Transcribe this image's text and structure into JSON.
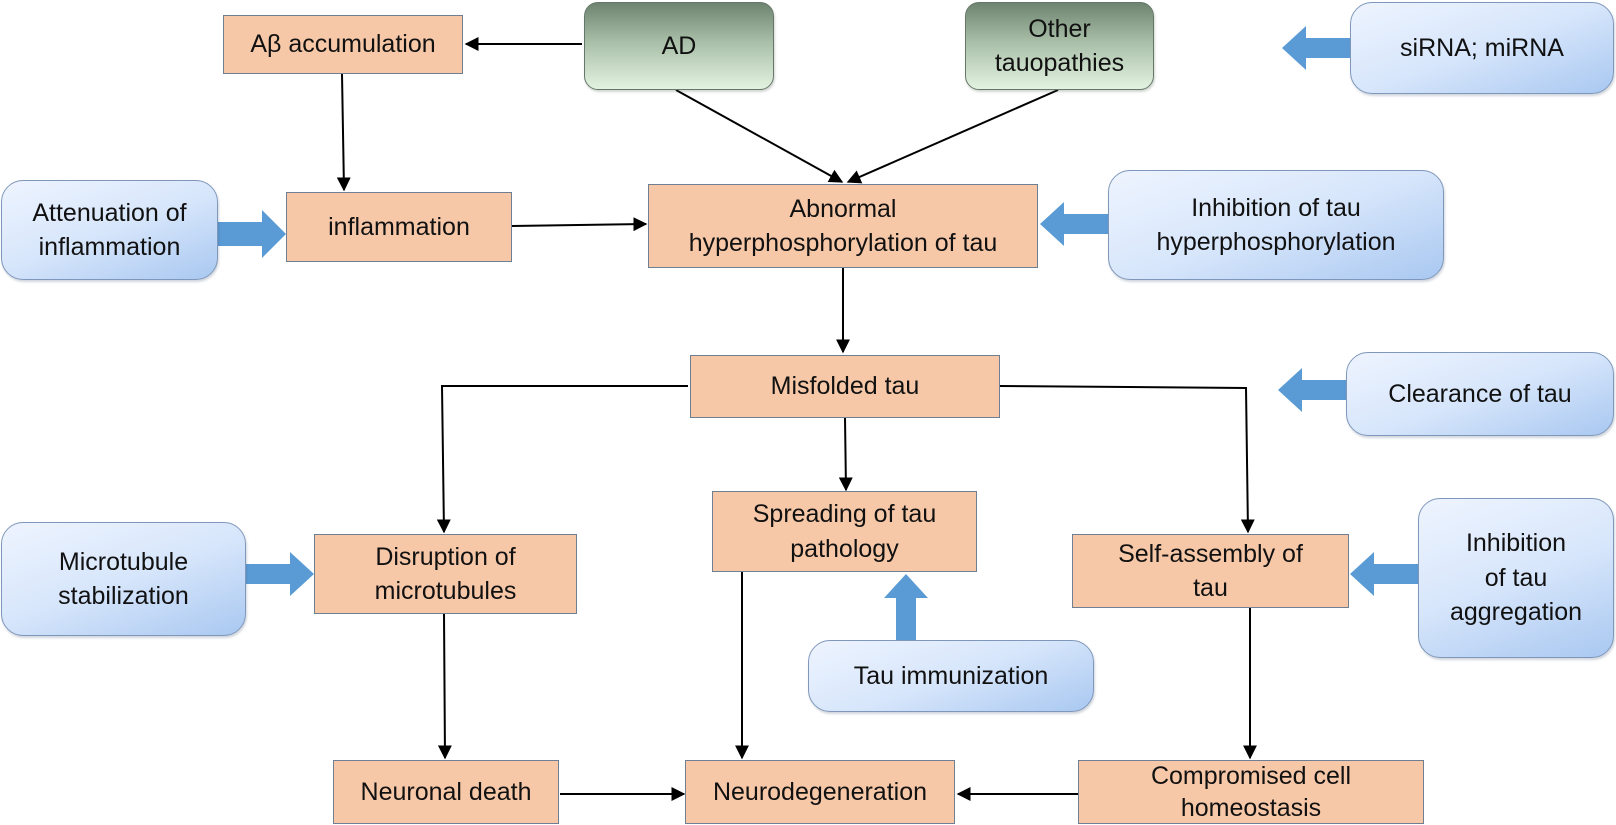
{
  "nodes": {
    "ad": "AD",
    "other_tauopathies": "Other\ntauopathies",
    "sirna_mirna": "siRNA; miRNA",
    "abeta_accumulation": "Aβ accumulation",
    "attenuation_of_inflammation": "Attenuation of\ninflammation",
    "inflammation": "inflammation",
    "abnormal_hyperphosphorylation": "Abnormal\nhyperphosphorylation of tau",
    "inhibition_of_hyperphosphorylation": "Inhibition of tau\nhyperphosphorylation",
    "misfolded_tau": "Misfolded tau",
    "clearance_of_tau": "Clearance of tau",
    "microtubule_stabilization": "Microtubule\nstabilization",
    "disruption_of_microtubules": "Disruption of\nmicrotubules",
    "spreading_of_tau": "Spreading of tau\npathology",
    "self_assembly": "Self-assembly of\ntau",
    "inhibition_of_aggregation": "Inhibition\nof tau\naggregation",
    "tau_immunization": "Tau immunization",
    "neuronal_death": "Neuronal death",
    "neurodegeneration": "Neurodegeneration",
    "compromised_homeostasis": "Compromised cell\nhomeostasis"
  },
  "colors": {
    "process_fill": "#f7c8a8",
    "intervention_fill": "#d7e6fb",
    "disease_fill": "#a8bea7",
    "arrow_line": "#000000",
    "intervention_arrow": "#5b9bd5"
  }
}
